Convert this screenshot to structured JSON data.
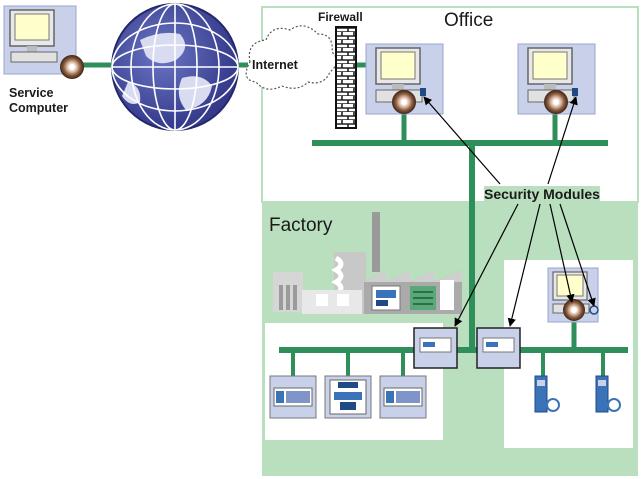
{
  "labels": {
    "service_computer_line1": "Service",
    "service_computer_line2": "Computer",
    "internet": "Internet",
    "firewall": "Firewall",
    "office": "Office",
    "factory": "Factory",
    "security_modules": "Security Modules"
  },
  "colors": {
    "network_line": "#2f8f5b",
    "factory_zone": "#b9dfbf",
    "office_zone_border": "#b9dfbf",
    "globe": "#4b56a6",
    "monitor_screen": "#ffffcc",
    "computer_panel": "#c9d1ea",
    "module_blue": "#3b73b9",
    "arrow": "#000000"
  },
  "icons": {
    "service_computer": "pc-with-disc-icon",
    "globe": "globe-icon",
    "cloud": "cloud-icon",
    "firewall": "brick-wall-icon",
    "office_pc": "office-pc-icon",
    "factory_building": "factory-building-icon",
    "security_module": "security-module-icon",
    "plc": "plc-controller-icon",
    "drive": "motor-drive-icon"
  }
}
